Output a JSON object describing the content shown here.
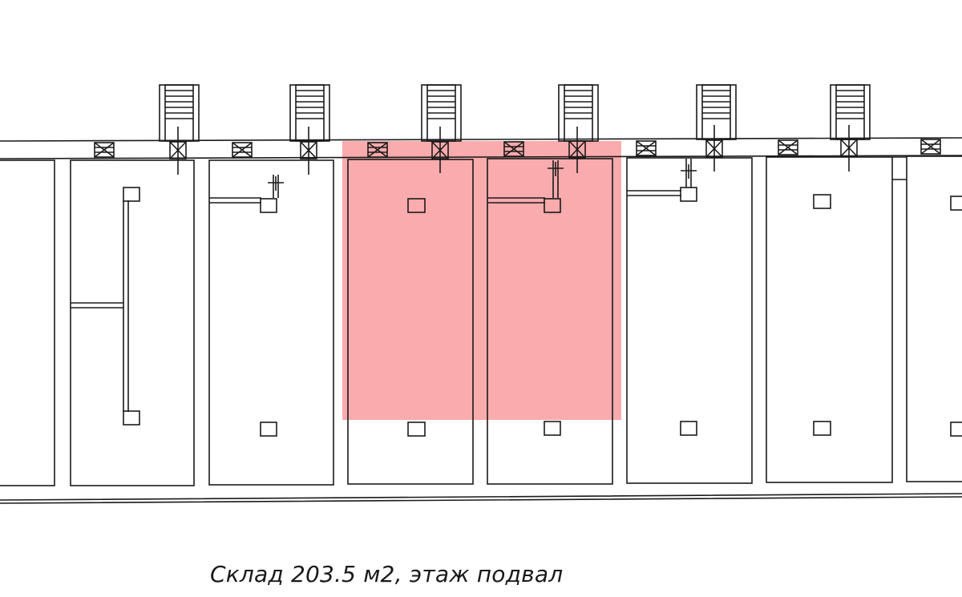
{
  "caption": "Склад 203.5 м2, этаж подвал",
  "colors": {
    "line": "#1a1a1a",
    "highlight": "#f7787b",
    "background": "#ffffff"
  },
  "plan": {
    "highlighted_units": [
      3,
      4
    ]
  }
}
